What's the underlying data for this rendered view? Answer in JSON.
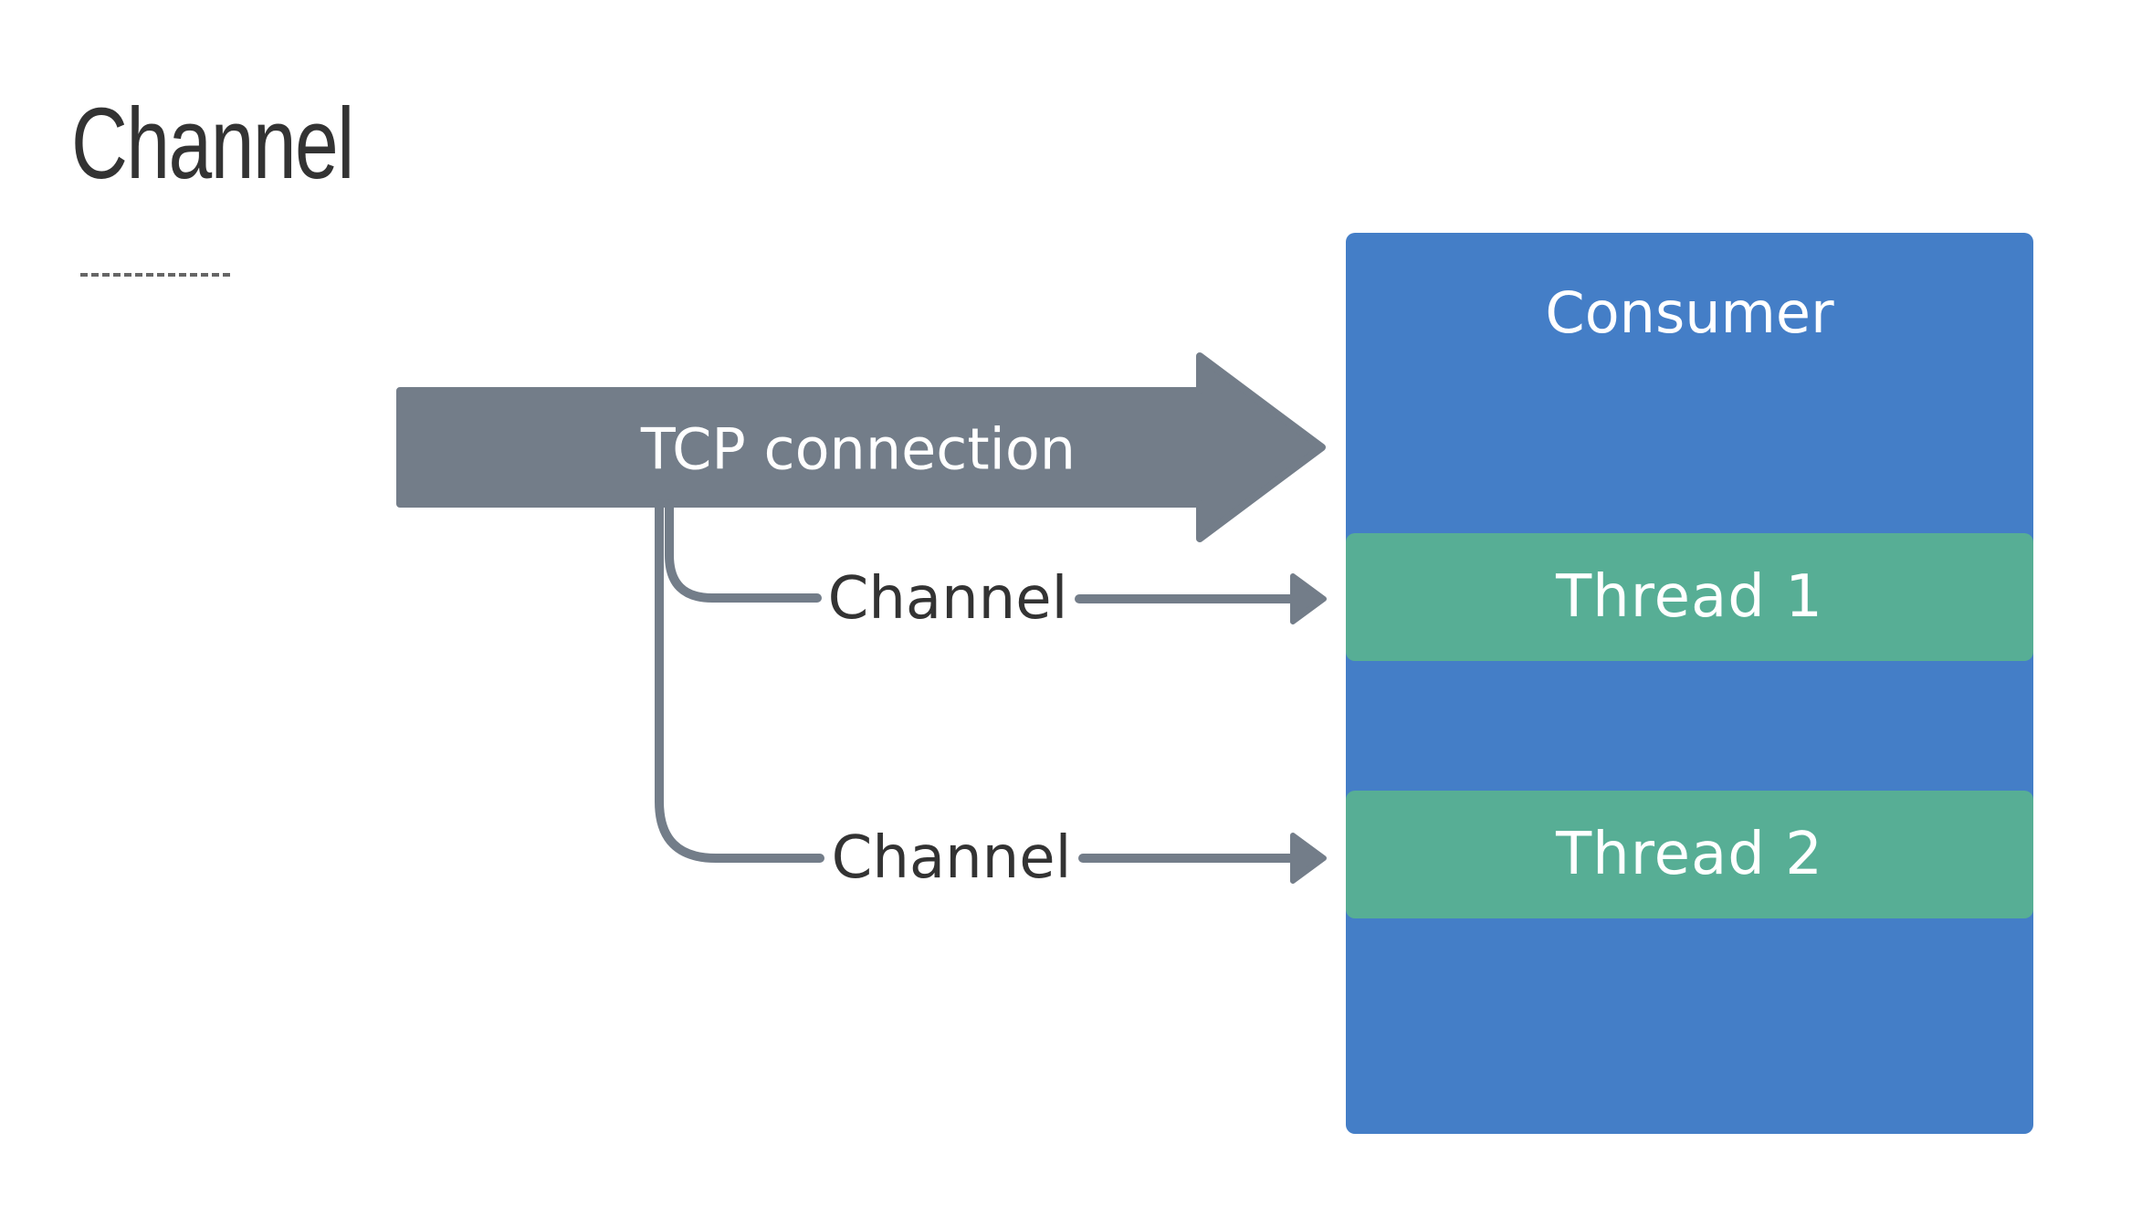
{
  "title": "Channel",
  "connection": {
    "label": "TCP connection"
  },
  "channels": [
    {
      "label": "Channel"
    },
    {
      "label": "Channel"
    }
  ],
  "consumer": {
    "label": "Consumer",
    "threads": [
      {
        "label": "Thread 1"
      },
      {
        "label": "Thread 2"
      }
    ]
  },
  "colors": {
    "connection_gray": "#737d89",
    "consumer_blue": "#447ec7",
    "thread_green": "#57ae95",
    "title_text": "#333333"
  }
}
